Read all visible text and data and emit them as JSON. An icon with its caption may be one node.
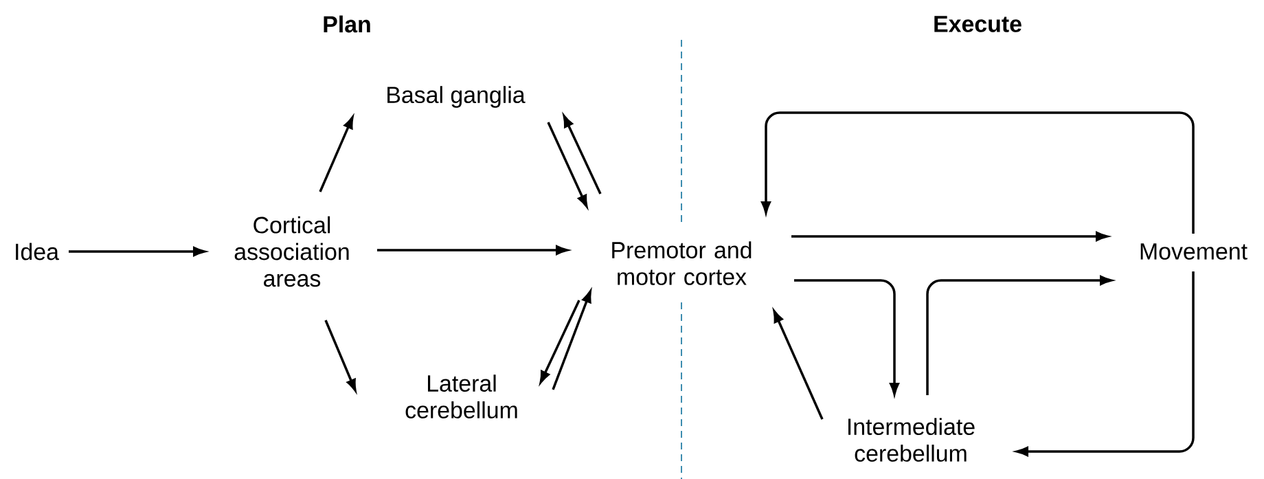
{
  "diagram": {
    "nodes": [
      {
        "text": [
          "Idea"
        ]
      },
      {
        "text": [
          "Cortical association areas"
        ]
      },
      {
        "text": [
          "Basal ganglia"
        ]
      },
      {
        "text": [
          "Lateral cerebellum"
        ]
      },
      {
        "text": [
          "Premotor and motor cortex"
        ]
      },
      {
        "text": [
          "Movement"
        ]
      },
      {
        "text": [
          "Intermediate cerebellum"
        ]
      }
    ],
    "edges": [
      {
        "from": 0,
        "to": 1,
        "arrow": "to"
      },
      {
        "from": 1,
        "to": 2,
        "arrow": "to"
      },
      {
        "from": 1,
        "to": 4,
        "arrow": "to"
      },
      {
        "from": 1,
        "to": 3,
        "arrow": "to"
      },
      {
        "from": 2,
        "to": 4,
        "arrow": "to"
      },
      {
        "from": 4,
        "to": 2,
        "arrow": "to"
      },
      {
        "from": 3,
        "to": 4,
        "arrow": "to"
      },
      {
        "from": 4,
        "to": 3,
        "arrow": "to"
      },
      {
        "from": 4,
        "to": 5,
        "arrow": "to"
      },
      {
        "from": 4,
        "to": 6,
        "arrow": "to"
      },
      {
        "from": 6,
        "to": 5,
        "arrow": "to"
      },
      {
        "from": 6,
        "to": 4,
        "arrow": "to"
      },
      {
        "from": 5,
        "to": 4,
        "arrow": "to"
      },
      {
        "from": 5,
        "to": 6,
        "arrow": "to"
      }
    ],
    "labels": [
      "Plan",
      "Execute"
    ]
  }
}
